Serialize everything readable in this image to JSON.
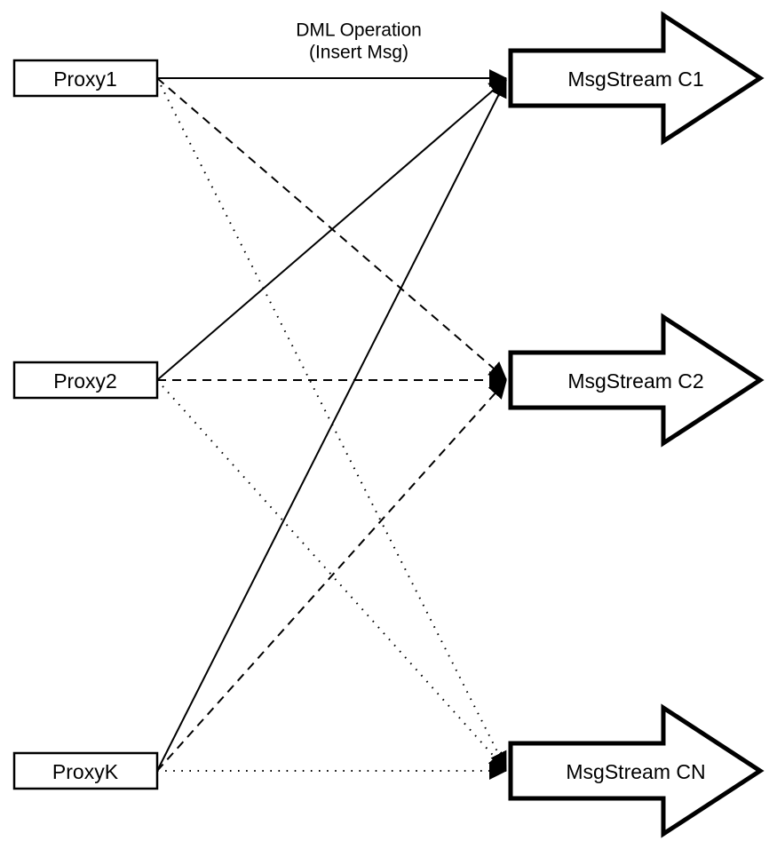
{
  "diagram": {
    "annotation": {
      "line1": "DML Operation",
      "line2": "(Insert Msg)"
    },
    "proxies": [
      {
        "id": "proxy1",
        "label": "Proxy1"
      },
      {
        "id": "proxy2",
        "label": "Proxy2"
      },
      {
        "id": "proxyk",
        "label": "ProxyK"
      }
    ],
    "streams": [
      {
        "id": "c1",
        "label": "MsgStream C1"
      },
      {
        "id": "c2",
        "label": "MsgStream C2"
      },
      {
        "id": "cn",
        "label": "MsgStream CN"
      }
    ],
    "connections": [
      {
        "from": "Proxy1",
        "to": "MsgStream C1",
        "style": "solid"
      },
      {
        "from": "Proxy1",
        "to": "MsgStream C2",
        "style": "dashed"
      },
      {
        "from": "Proxy1",
        "to": "MsgStream CN",
        "style": "dotted"
      },
      {
        "from": "Proxy2",
        "to": "MsgStream C1",
        "style": "solid"
      },
      {
        "from": "Proxy2",
        "to": "MsgStream C2",
        "style": "dashed"
      },
      {
        "from": "Proxy2",
        "to": "MsgStream CN",
        "style": "dotted"
      },
      {
        "from": "ProxyK",
        "to": "MsgStream C1",
        "style": "solid"
      },
      {
        "from": "ProxyK",
        "to": "MsgStream C2",
        "style": "dashed"
      },
      {
        "from": "ProxyK",
        "to": "MsgStream CN",
        "style": "dotted"
      }
    ],
    "colors": {
      "stroke": "#000000",
      "fill": "#ffffff",
      "background": "#ffffff"
    }
  }
}
